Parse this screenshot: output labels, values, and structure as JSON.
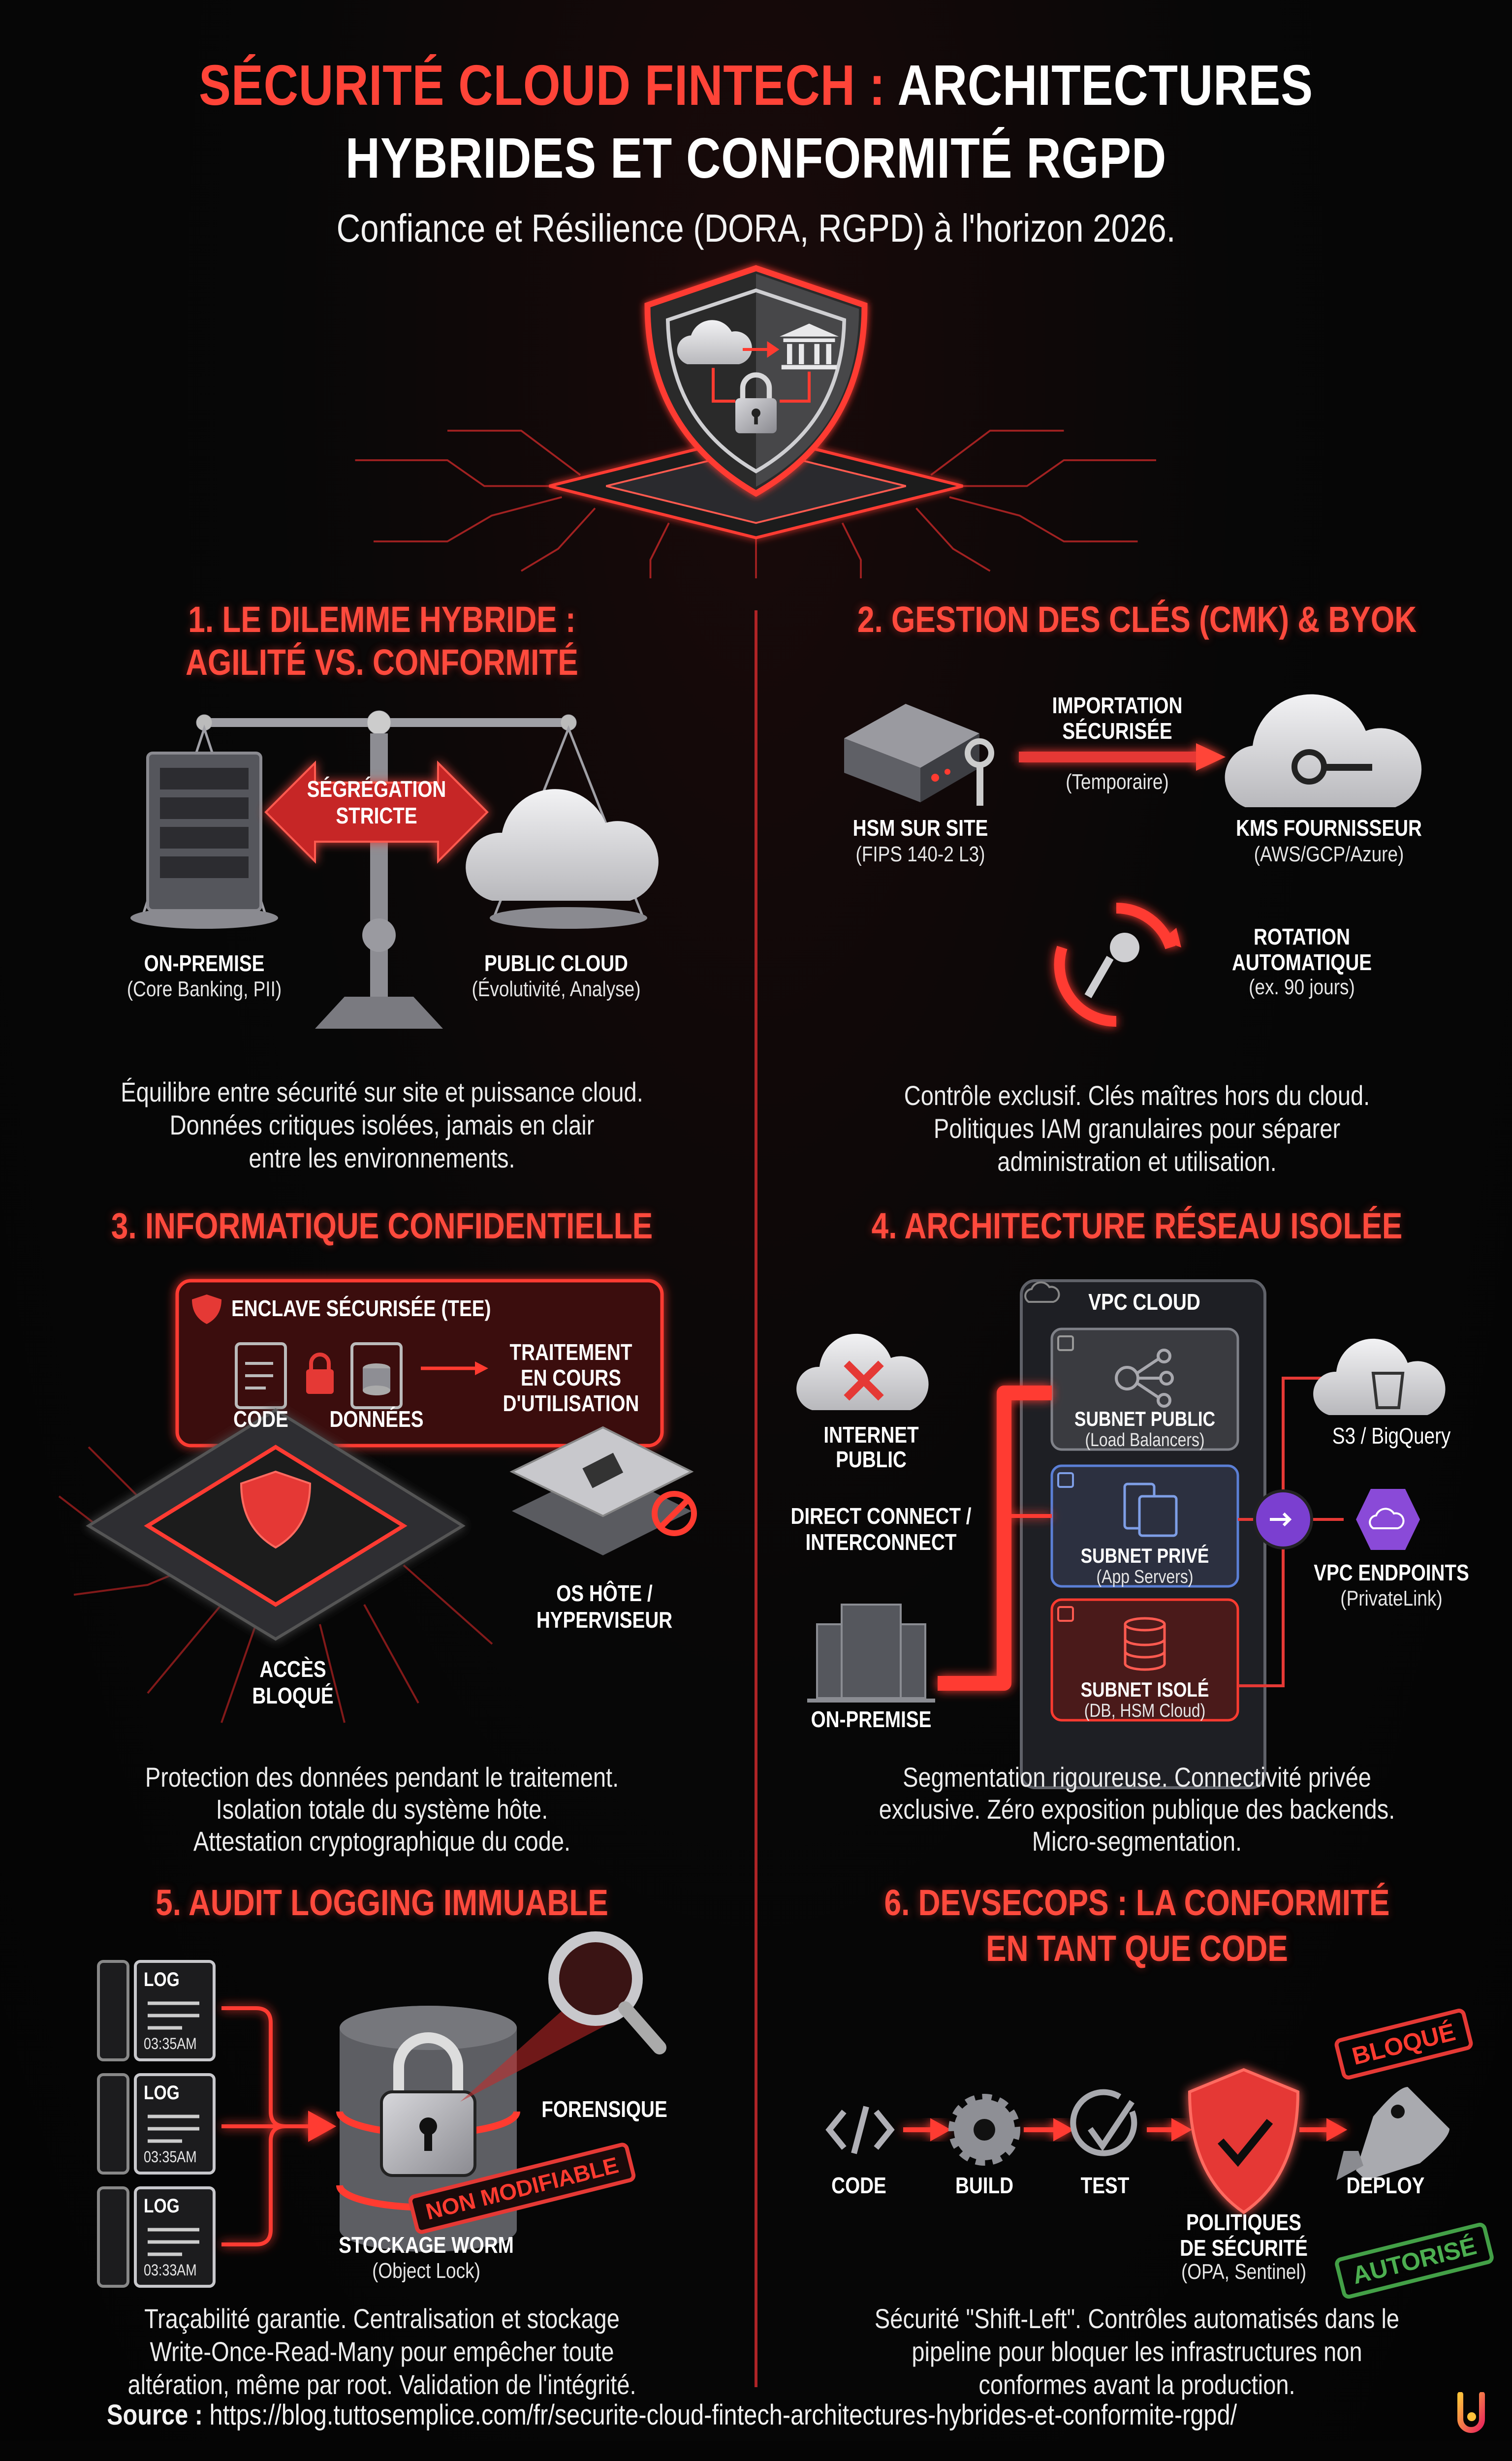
{
  "header": {
    "title_red": "SÉCURITÉ CLOUD FINTECH :",
    "title_white": "ARCHITECTURES",
    "title_line2": "HYBRIDES ET CONFORMITÉ RGPD",
    "subtitle": "Confiance et Résilience (DORA, RGPD) à l'horizon 2026."
  },
  "colors": {
    "accent": "#ff4438",
    "background": "#050505",
    "divider": "#c0282a",
    "approved": "#4caf50",
    "endpoint": "#7b3fd0"
  },
  "sections": {
    "s1": {
      "title": [
        "1. LE DILEMME HYBRIDE :",
        "AGILITÉ VS. CONFORMITÉ"
      ],
      "arrow_label": [
        "SÉGRÉGATION",
        "STRICTE"
      ],
      "left_label": "ON-PREMISE",
      "left_sub": "(Core Banking, PII)",
      "right_label": "PUBLIC CLOUD",
      "right_sub": "(Évolutivité, Analyse)",
      "caption": [
        "Équilibre entre sécurité sur site et puissance cloud.",
        "Données critiques isolées, jamais en clair",
        "entre les environnements."
      ]
    },
    "s2": {
      "title": "2. GESTION DES CLÉS (CMK) & BYOK",
      "import_label": [
        "IMPORTATION",
        "SÉCURISÉE"
      ],
      "import_sub": "(Temporaire)",
      "hsm_label": "HSM SUR SITE",
      "hsm_sub": "(FIPS 140-2 L3)",
      "kms_label": "KMS FOURNISSEUR",
      "kms_sub": "(AWS/GCP/Azure)",
      "rotation_label": [
        "ROTATION",
        "AUTOMATIQUE"
      ],
      "rotation_sub": "(ex. 90 jours)",
      "caption": [
        "Contrôle exclusif. Clés maîtres hors du cloud.",
        "Politiques IAM granulaires pour séparer",
        "administration et utilisation."
      ]
    },
    "s3": {
      "title": "3. INFORMATIQUE CONFIDENTIELLE",
      "enclave_label": "ENCLAVE SÉCURISÉE (TEE)",
      "code_label": "CODE",
      "data_label": "DONNÉES",
      "processing_label": [
        "TRAITEMENT",
        "EN COURS",
        "D'UTILISATION"
      ],
      "host_label": [
        "OS HÔTE /",
        "HYPERVISEUR"
      ],
      "blocked_label": [
        "ACCÈS",
        "BLOQUÉ"
      ],
      "caption": [
        "Protection des données pendant le traitement.",
        "Isolation totale du système hôte.",
        "Attestation cryptographique du code."
      ]
    },
    "s4": {
      "title": "4. ARCHITECTURE RÉSEAU ISOLÉE",
      "vpc_label": "VPC CLOUD",
      "subnets": [
        {
          "label": "SUBNET PUBLIC",
          "sub": "(Load Balancers)"
        },
        {
          "label": "SUBNET PRIVÉ",
          "sub": "(App Servers)"
        },
        {
          "label": "SUBNET ISOLÉ",
          "sub": "(DB, HSM Cloud)"
        }
      ],
      "internet_label": [
        "INTERNET",
        "PUBLIC"
      ],
      "direct_label": [
        "DIRECT CONNECT /",
        "INTERCONNECT"
      ],
      "onprem_label": "ON-PREMISE",
      "storage_label": "S3 / BigQuery",
      "endpoints_label": "VPC ENDPOINTS",
      "endpoints_sub": "(PrivateLink)",
      "caption": [
        "Segmentation rigoureuse. Connectivité privée",
        "exclusive. Zéro exposition publique des backends.",
        "Micro-segmentation."
      ]
    },
    "s5": {
      "title": "5. AUDIT LOGGING IMMUABLE",
      "logs": [
        {
          "label": "LOG",
          "time": "03:35AM"
        },
        {
          "label": "LOG",
          "time": "03:35AM"
        },
        {
          "label": "LOG",
          "time": "03:33AM"
        }
      ],
      "stamp": "NON MODIFIABLE",
      "forensic_label": "FORENSIQUE",
      "storage_label": "STOCKAGE WORM",
      "storage_sub": "(Object Lock)",
      "caption": [
        "Traçabilité garantie. Centralisation et stockage",
        "Write-Once-Read-Many pour empêcher toute",
        "altération, même par root. Validation de l'intégrité."
      ]
    },
    "s6": {
      "title": [
        "6. DEVSECOPS : LA CONFORMITÉ",
        "EN TANT QUE CODE"
      ],
      "steps": [
        "CODE",
        "BUILD",
        "TEST",
        "DEPLOY"
      ],
      "policy_label": [
        "POLITIQUES",
        "DE SÉCURITÉ"
      ],
      "policy_sub": "(OPA, Sentinel)",
      "blocked_stamp": "BLOQUÉ",
      "allowed_stamp": "AUTORISÉ",
      "caption": [
        "Sécurité \"Shift-Left\". Contrôles automatisés dans le",
        "pipeline pour bloquer les infrastructures non",
        "conformes avant la production."
      ]
    }
  },
  "footer": {
    "source_label": "Source :",
    "source_url": "https://blog.tuttosemplice.com/fr/securite-cloud-fintech-architectures-hybrides-et-conformite-rgpd/"
  }
}
